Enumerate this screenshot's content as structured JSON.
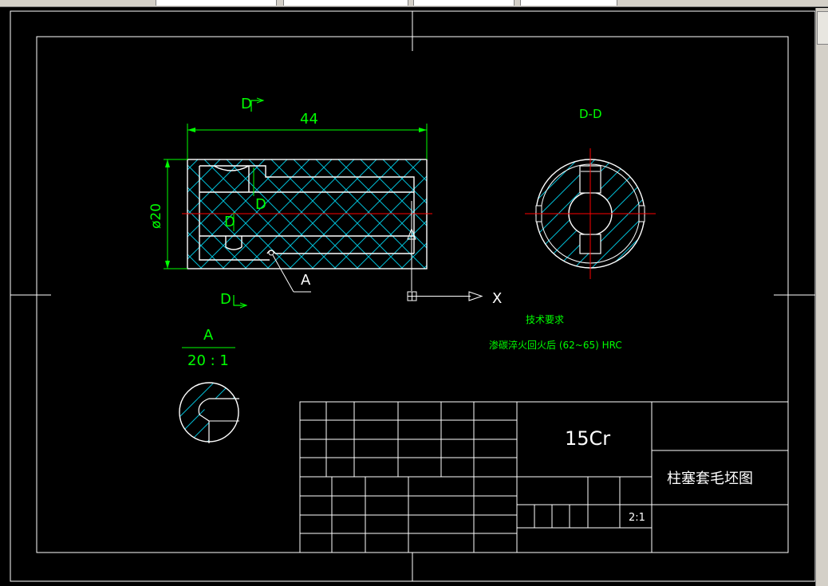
{
  "colors": {
    "background": "#000000",
    "border": "#ffffff",
    "dimension": "#00ff00",
    "hatch": "#00bcd4",
    "centerline": "#ff0000",
    "outline": "#ffffff"
  },
  "section_mark_top": "D",
  "section_mark_bottom": "D",
  "section_mark_inner_1": "D",
  "section_mark_inner_2": "D",
  "dim_length": "44",
  "dim_diameter": "ø20",
  "detail_callout": "A",
  "axis_x_label": "X",
  "section_view_title": "D-D",
  "detail_view_title": "A",
  "detail_view_scale": "20 : 1",
  "tech_req_title": "技术要求",
  "tech_req_line": "渗碳淬火回火后 (62~65) HRC",
  "title_block": {
    "material": "15Cr",
    "drawing_name": "柱塞套毛坯图",
    "scale": "2:1"
  }
}
